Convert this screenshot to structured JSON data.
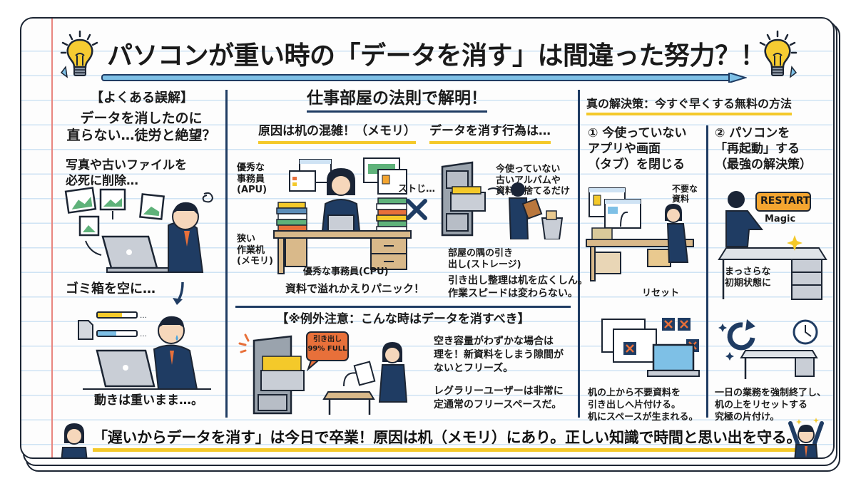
{
  "header": {
    "title": "パソコンが重い時の「データを消す」は間違った努力？！",
    "bulb_icon": "lightbulb-icon",
    "arrow_icon": "long-arrow-right-icon"
  },
  "misconception": {
    "tag": "【よくある誤解】",
    "heading": "データを消したのに\n直らない…徒労と絶望？",
    "step1": "写真や古いファイルを\n必死に削除…",
    "step2": "ゴミ箱を空に…",
    "result": "動きは重いまま…。"
  },
  "office_rule": {
    "heading": "仕事部屋の法則で解明！",
    "cause": {
      "heading": "原因は机の混雑！（メモリ）",
      "label_apu": "優秀な\n事務員\n(APU)",
      "label_desk": "狭い\n作業机\n(メモリ)",
      "label_cpu": "優秀な事務員(CPU)",
      "caption": "資料で溢れかえりパニック！"
    },
    "separator": {
      "label": "ストじ…",
      "icon": "cross-icon"
    },
    "deleting": {
      "heading": "データを消す行為は…",
      "label_throw": "今使っていない\n古いアルバムや\n資料を捨てるだけ",
      "label_storage": "部屋の隅の引き\n出し(ストレージ)",
      "caption": "引き出し整理は机を広くしん。\n作業スピードは変わらない。"
    },
    "exception": {
      "heading": "【※例外注意：こんな時はデータを消すべき】",
      "bubble": "引き出し\n99% FULL",
      "text1": "空き容量がわずかな場合は\n理を！新資料をしまう隙間が\nないとフリーズ。",
      "text2": "レグラリーユーザーは非常に\n定通常のフリースペースだ。"
    }
  },
  "solution": {
    "heading": "真の解決策：今すぐ早くする無料の方法",
    "item1": {
      "heading": "① 今使っていない\nアプリや画面\n（タブ）を閉じる",
      "label_unneeded": "不要な\n資料",
      "label_reset": "リセット",
      "caption": "机の上から不要資料を\n引き出しへ片付ける。\n机にスペースが生まれる。"
    },
    "item2": {
      "heading": "② パソコンを\n「再起動」する\n（最強の解決策）",
      "restart_button": "RESTART",
      "magic": "Magic",
      "label_clean": "まっさらな\n初期状態に",
      "caption": "一日の業務を強制終了し、\n机の上をリセットする\n究極の片付け。"
    }
  },
  "footer": {
    "message": "「遅いからデータを消す」は今日で卒業！原因は机（メモリ）にあり。正しい知識で時間と思い出を守る。"
  },
  "colors": {
    "navy": "#1f3c63",
    "accent_yellow": "#f4c92a",
    "accent_orange": "#e8703a",
    "arrow_blue": "#7ec0e6",
    "margin_red": "#e9867f",
    "rule_blue": "#cfe3f4"
  }
}
